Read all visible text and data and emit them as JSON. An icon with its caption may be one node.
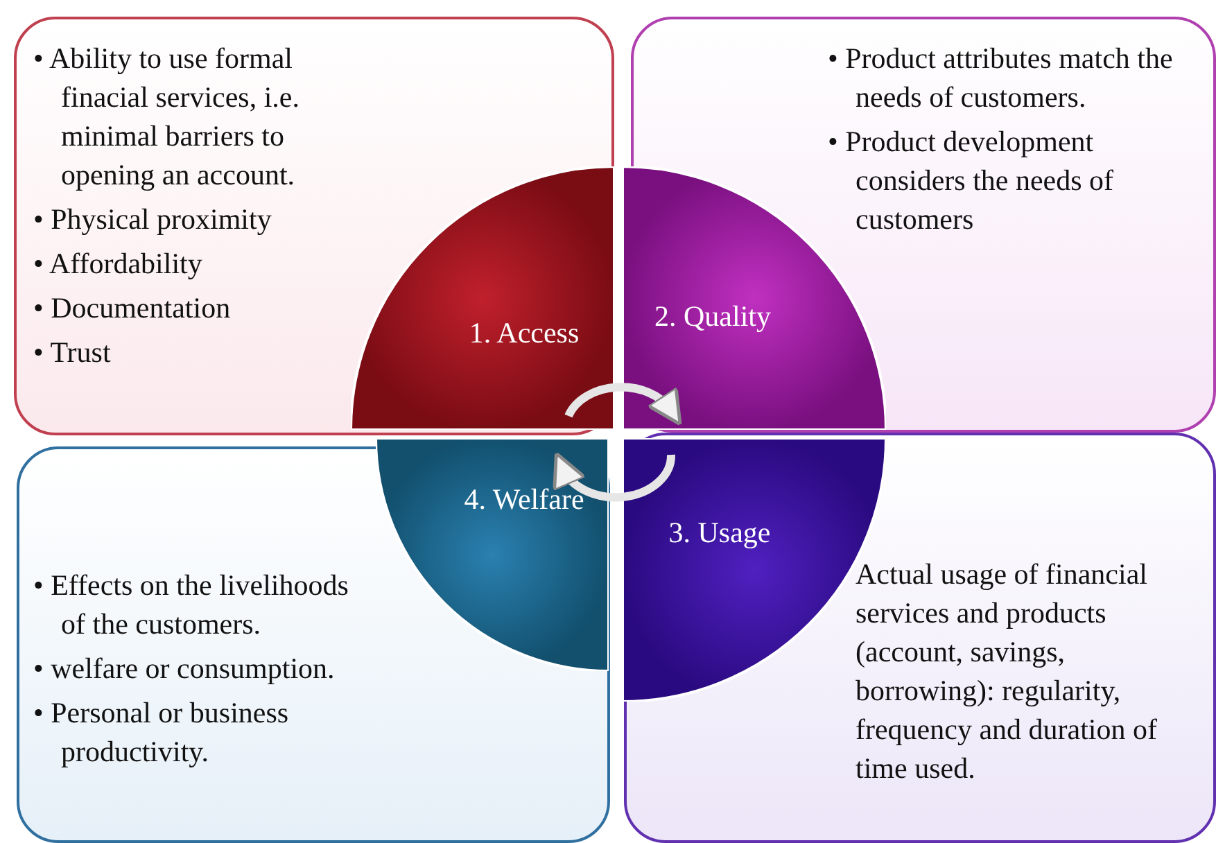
{
  "diagram": {
    "nodes": [
      {
        "text": [
          "• Ability to use formal finacial services, i.e. minimal barriers to opening an account.",
          "• Physical proximity",
          "• Affordability",
          "• Documentation",
          "• Trust"
        ]
      },
      {
        "text": [
          "• Product attributes match the needs of customers.",
          "• Product development considers the needs of customers"
        ]
      },
      {
        "text": [
          "1. Access"
        ],
        "in": 0
      },
      {
        "text": [
          "2. Quality"
        ],
        "in": 1
      },
      {
        "text": [
          "4. Welfare"
        ],
        "in": 6
      },
      {
        "text": [
          "3. Usage"
        ],
        "in": 7
      },
      {
        "text": [
          "• Effects on the livelihoods of the customers.",
          "• welfare or consumption.",
          "• Personal or business productivity."
        ]
      },
      {
        "text": [
          "Actual usage of financial services and products (account, savings, borrowing): regularity, frequency and duration of time used."
        ]
      }
    ],
    "edges": [
      {
        "from": 2,
        "to": 3,
        "arrow": "to"
      },
      {
        "from": 5,
        "to": 4,
        "arrow": "to"
      }
    ]
  }
}
